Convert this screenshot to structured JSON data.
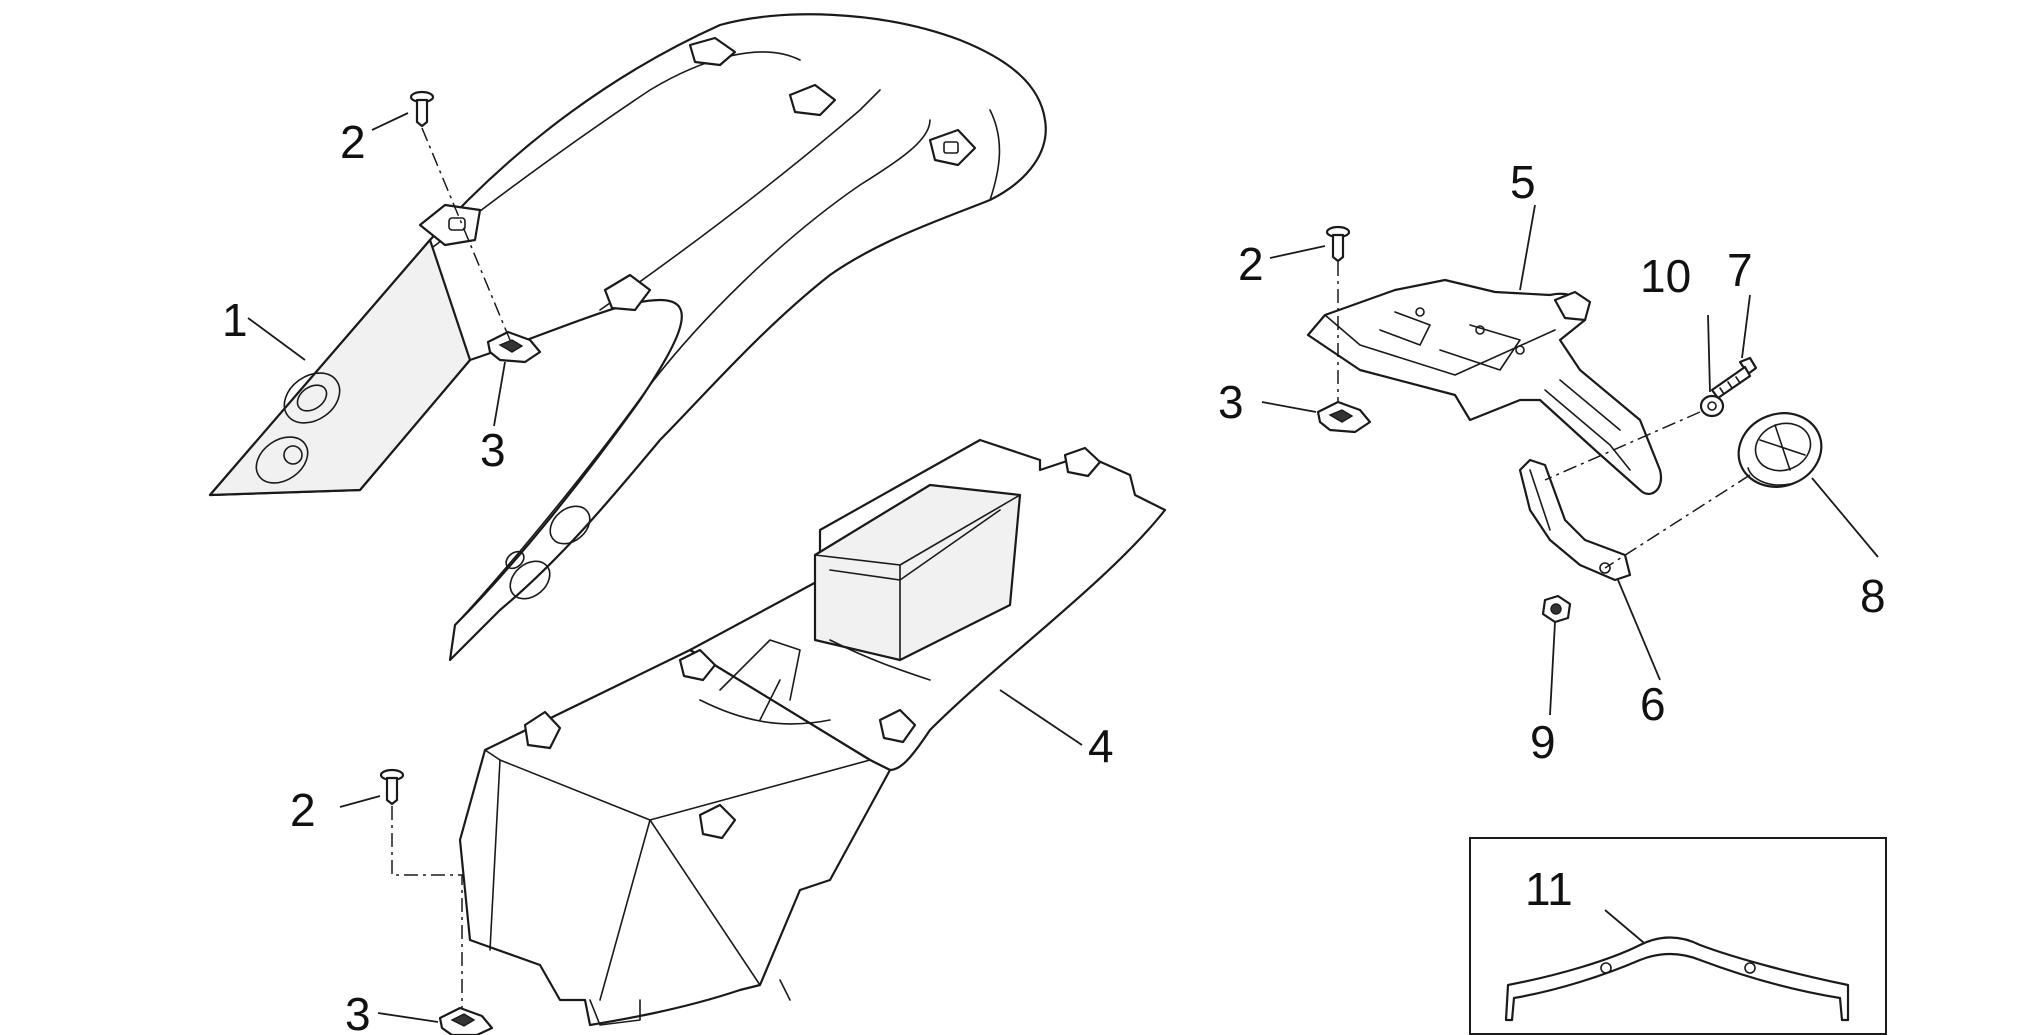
{
  "diagram": {
    "callouts": {
      "c1": "1",
      "c2a": "2",
      "c3a": "3",
      "c2b": "2",
      "c3b": "3",
      "c4": "4",
      "c5": "5",
      "c2c": "2",
      "c3c": "3",
      "c10": "10",
      "c7": "7",
      "c8": "8",
      "c6": "6",
      "c9": "9",
      "c11": "11"
    }
  }
}
